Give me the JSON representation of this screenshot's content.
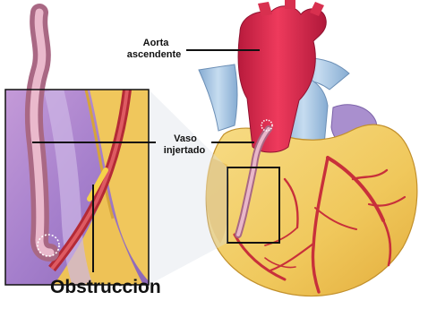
{
  "labels": {
    "aorta_line1": "Aorta",
    "aorta_line2": "ascendente",
    "graft_line1": "Vaso",
    "graft_line2": "injertado",
    "obstruction": "Obstruccion"
  },
  "colors": {
    "heart_myocardium": "#f3cf6e",
    "aorta": "#e0274a",
    "vena_cava": "#a8c8e4",
    "graft_vessel": "#c98ca4",
    "coronary_artery": "#c8303a",
    "background_tissue": "#a07ac8"
  }
}
